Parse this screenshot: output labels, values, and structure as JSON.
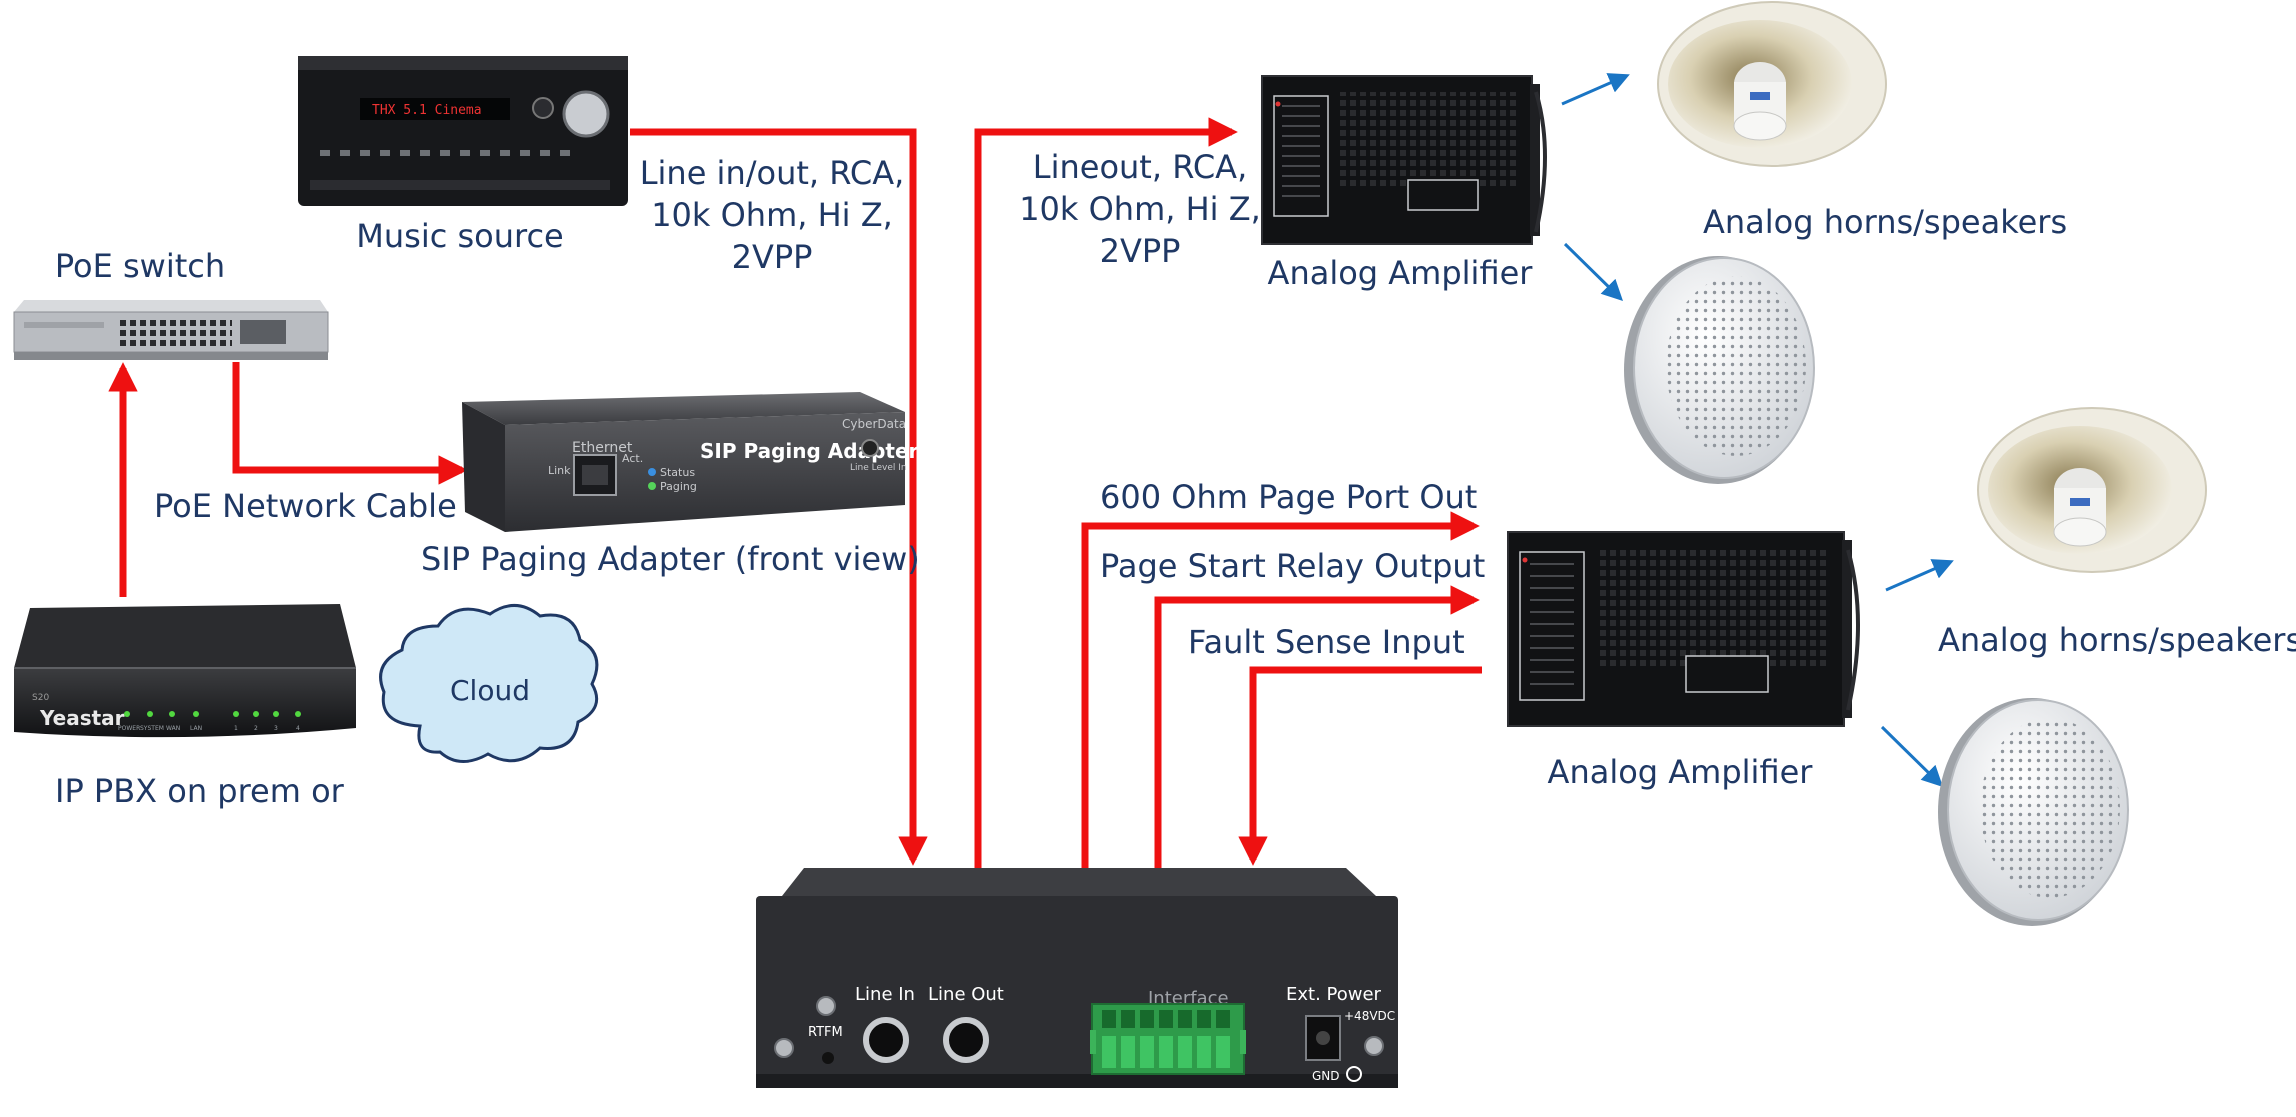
{
  "colors": {
    "connection_arrow": "#ee1111",
    "speaker_arrow": "#1a75c4",
    "label_text": "#1f3864",
    "cloud_fill": "#cfe8f7"
  },
  "labels": {
    "music_source": "Music source",
    "poe_switch": "PoE switch",
    "poe_network_cable": "PoE Network Cable",
    "sip_adapter_front": "SIP Paging Adapter (front view)",
    "ip_pbx": "IP PBX on prem or",
    "cloud": "Cloud",
    "line_in_out": [
      "Line in/out, RCA,",
      "10k Ohm, Hi Z,",
      "2VPP"
    ],
    "lineout": [
      "Lineout, RCA,",
      "10k Ohm, Hi Z,",
      "2VPP"
    ],
    "amplifier_top": "Analog Amplifier",
    "amplifier_bottom": "Analog Amplifier",
    "horns_top": "Analog horns/speakers",
    "horns_bottom": "Analog horns/speakers",
    "page_port_out": "600 Ohm Page Port Out",
    "page_start_relay": "Page Start Relay Output",
    "fault_sense": "Fault Sense Input"
  },
  "device_text": {
    "sip_adapter_name": "SIP Paging Adapter",
    "sip_adapter_brand": "CyberData",
    "sip_adapter_ethernet": "Ethernet",
    "sip_adapter_link": "Link",
    "sip_adapter_act": "Act.",
    "sip_adapter_status": "Status",
    "sip_adapter_paging": "Paging",
    "sip_adapter_line_level": "Line Level In",
    "pbx_brand": "Yeastar",
    "pbx_model": "S20",
    "pbx_leds": [
      "POWER",
      "SYSTEM",
      "WAN",
      "LAN",
      "1",
      "2",
      "3",
      "4"
    ],
    "receiver_display": "THX 5.1 Cinema",
    "back_line_in": "Line In",
    "back_line_out": "Line Out",
    "back_rtfm": "RTFM",
    "back_interface": "Interface",
    "back_ext_power": "Ext. Power",
    "back_48vdc": "+48VDC",
    "back_gnd": "GND"
  }
}
